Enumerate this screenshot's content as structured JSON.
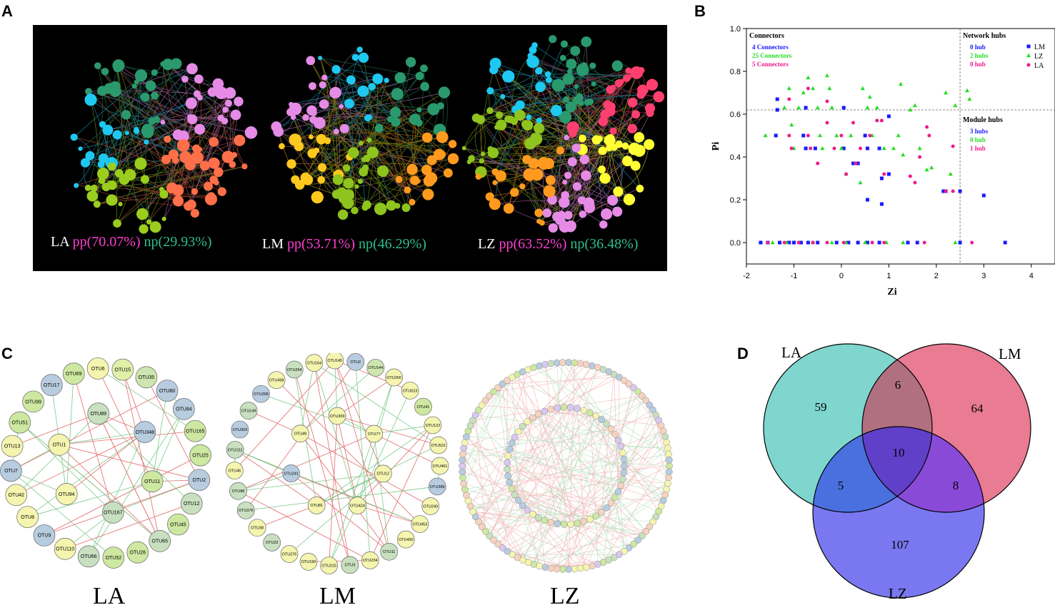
{
  "panels": {
    "a": "A",
    "b": "B",
    "c": "C",
    "d": "D"
  },
  "networks": [
    {
      "name": "LA",
      "pp": "pp(70.07%)",
      "np": "np(29.93%)"
    },
    {
      "name": "LM",
      "pp": "pp(53.71%)",
      "np": "np(46.29%)"
    },
    {
      "name": "LZ",
      "pp": "pp(63.52%)",
      "np": "np(36.48%)"
    }
  ],
  "node_colors": {
    "LA": [
      "#ff6f4a",
      "#9acd1e",
      "#1ec8f0",
      "#2a9a6e",
      "#e58be6"
    ],
    "LM": [
      "#ff9a1e",
      "#8fc31e",
      "#ffc81e",
      "#e58be6",
      "#1ec8f0",
      "#2a9a6e"
    ],
    "LZ": [
      "#ffff33",
      "#e58be6",
      "#ff9a1e",
      "#8fc31e",
      "#1ec8f0",
      "#2a9a6e",
      "#ff3f6f"
    ]
  },
  "chart_data": {
    "type": "scatter",
    "xlabel": "Zi",
    "ylabel": "Pi",
    "xlim": [
      -2,
      4.5
    ],
    "ylim": [
      -0.1,
      1.0
    ],
    "xticks": [
      -2,
      -1,
      0,
      1,
      2,
      3,
      4
    ],
    "yticks": [
      0.0,
      0.2,
      0.4,
      0.6,
      0.8,
      1.0
    ],
    "thresholds": {
      "zi": 2.5,
      "pi": 0.62
    },
    "legend_position": "top-right",
    "quadrant_text": {
      "connectors_title": "Connectors",
      "connectors": [
        "4 Connectors",
        "25 Connectors",
        "5 Connectors"
      ],
      "network_hubs_title": "Network hubs",
      "network_hubs": [
        "0 hub",
        "2 hubs",
        "0 hub"
      ],
      "module_hubs_title": "Module hubs",
      "module_hubs": [
        "3 hubs",
        "0 hub",
        "1 hub"
      ]
    },
    "series": [
      {
        "name": "LM",
        "marker": "square",
        "color": "#1a1aff",
        "points": [
          [
            -1.35,
            0.67
          ],
          [
            -1.35,
            0.62
          ],
          [
            -1.38,
            0.5
          ],
          [
            -0.8,
            0.5
          ],
          [
            -0.75,
            0.63
          ],
          [
            -0.75,
            0.44
          ],
          [
            -0.55,
            0.44
          ],
          [
            0.05,
            0.63
          ],
          [
            0.05,
            0.44
          ],
          [
            0.25,
            0.37
          ],
          [
            0.35,
            0.37
          ],
          [
            0.5,
            0.5
          ],
          [
            0.55,
            0.44
          ],
          [
            0.55,
            0.2
          ],
          [
            0.8,
            0.44
          ],
          [
            0.85,
            0.3
          ],
          [
            0.85,
            0.18
          ],
          [
            1.0,
            0.59
          ],
          [
            1.0,
            0.32
          ],
          [
            2.15,
            0.24
          ],
          [
            2.2,
            0.24
          ],
          [
            2.5,
            0.24
          ],
          [
            3.0,
            0.22
          ],
          [
            -1.7,
            0.0
          ],
          [
            -1.55,
            0.0
          ],
          [
            -1.3,
            0.0
          ],
          [
            -1.1,
            0.0
          ],
          [
            -1.0,
            0.0
          ],
          [
            -0.85,
            0.0
          ],
          [
            -0.7,
            0.0
          ],
          [
            -0.5,
            0.0
          ],
          [
            -0.1,
            0.0
          ],
          [
            0.15,
            0.0
          ],
          [
            0.35,
            0.0
          ],
          [
            0.55,
            0.0
          ],
          [
            0.8,
            0.0
          ],
          [
            1.4,
            0.0
          ],
          [
            1.6,
            0.0
          ],
          [
            2.5,
            0.0
          ],
          [
            3.45,
            0.0
          ]
        ]
      },
      {
        "name": "LZ",
        "marker": "triangle",
        "color": "#22dd22",
        "points": [
          [
            -1.6,
            0.5
          ],
          [
            -1.2,
            0.63
          ],
          [
            -1.1,
            0.72
          ],
          [
            -1.05,
            0.55
          ],
          [
            -1.0,
            0.44
          ],
          [
            -0.9,
            0.63
          ],
          [
            -0.8,
            0.7
          ],
          [
            -0.7,
            0.77
          ],
          [
            -0.6,
            0.72
          ],
          [
            -0.5,
            0.63
          ],
          [
            -0.45,
            0.5
          ],
          [
            -0.4,
            0.44
          ],
          [
            -0.3,
            0.78
          ],
          [
            -0.25,
            0.72
          ],
          [
            -0.2,
            0.63
          ],
          [
            -0.1,
            0.5
          ],
          [
            0.0,
            0.44
          ],
          [
            0.1,
            0.32
          ],
          [
            0.2,
            0.5
          ],
          [
            0.4,
            0.28
          ],
          [
            0.45,
            0.72
          ],
          [
            0.55,
            0.63
          ],
          [
            0.6,
            0.68
          ],
          [
            0.65,
            0.5
          ],
          [
            0.75,
            0.63
          ],
          [
            0.9,
            0.44
          ],
          [
            1.1,
            0.44
          ],
          [
            1.2,
            0.5
          ],
          [
            1.25,
            0.74
          ],
          [
            1.3,
            0.41
          ],
          [
            1.45,
            0.62
          ],
          [
            1.55,
            0.64
          ],
          [
            1.65,
            0.44
          ],
          [
            1.8,
            0.34
          ],
          [
            1.9,
            0.35
          ],
          [
            2.2,
            0.7
          ],
          [
            2.3,
            0.32
          ],
          [
            2.4,
            0.64
          ],
          [
            2.65,
            0.71
          ],
          [
            2.7,
            0.67
          ],
          [
            -1.45,
            0.0
          ],
          [
            -1.15,
            0.0
          ],
          [
            -0.6,
            0.0
          ],
          [
            -0.2,
            0.0
          ],
          [
            0.1,
            0.0
          ],
          [
            0.5,
            0.0
          ],
          [
            0.95,
            0.0
          ],
          [
            1.3,
            0.0
          ],
          [
            2.4,
            0.0
          ]
        ]
      },
      {
        "name": "LA",
        "marker": "circle",
        "color": "#ee1a8a",
        "points": [
          [
            -1.1,
            0.67
          ],
          [
            -1.1,
            0.5
          ],
          [
            -1.05,
            0.44
          ],
          [
            -0.7,
            0.72
          ],
          [
            -0.7,
            0.5
          ],
          [
            -0.65,
            0.44
          ],
          [
            -0.5,
            0.37
          ],
          [
            -0.3,
            0.66
          ],
          [
            -0.3,
            0.56
          ],
          [
            -0.15,
            0.44
          ],
          [
            0.0,
            0.5
          ],
          [
            0.1,
            0.32
          ],
          [
            0.25,
            0.56
          ],
          [
            0.3,
            0.37
          ],
          [
            0.4,
            0.44
          ],
          [
            0.6,
            0.5
          ],
          [
            0.75,
            0.57
          ],
          [
            0.85,
            0.57
          ],
          [
            0.9,
            0.32
          ],
          [
            1.45,
            0.31
          ],
          [
            1.55,
            0.28
          ],
          [
            1.65,
            0.4
          ],
          [
            1.8,
            0.54
          ],
          [
            1.85,
            0.5
          ],
          [
            2.2,
            0.24
          ],
          [
            2.35,
            0.45
          ],
          [
            2.35,
            0.24
          ],
          [
            -1.55,
            0.0
          ],
          [
            -1.2,
            0.0
          ],
          [
            -0.9,
            0.0
          ],
          [
            -0.6,
            0.0
          ],
          [
            -0.3,
            0.0
          ],
          [
            0.05,
            0.0
          ],
          [
            0.65,
            0.0
          ],
          [
            0.9,
            0.0
          ],
          [
            1.75,
            0.0
          ],
          [
            2.75,
            0.0
          ]
        ]
      }
    ]
  },
  "otu_networks": {
    "LA": {
      "title": "LA",
      "outer": [
        "OTU15",
        "OTU35",
        "OTU60",
        "OTU84",
        "OTU165",
        "OTU25",
        "OTU2",
        "OTU12",
        "OTU45",
        "OTU65",
        "OTU26",
        "OTU52",
        "OTU66",
        "OTU110",
        "OTU9",
        "OTU8",
        "OTU42",
        "OTU7",
        "OTU13",
        "OTU51",
        "OTU99",
        "OTU17",
        "OTU69",
        "OTU6"
      ],
      "outer_colors": [
        "#dff0a8",
        "#cde5b0",
        "#b8cce0",
        "#b8cce0",
        "#cde8a0",
        "#cde8a0",
        "#b8cce0",
        "#c8e0c0",
        "#cde8a0",
        "#c8e0c0",
        "#cde8a0",
        "#cde8a0",
        "#c8e0c0",
        "#f5f5b0",
        "#b8cce0",
        "#f5f5b0",
        "#f5f5b0",
        "#b8cce0",
        "#f5f5b0",
        "#cde8a0",
        "#cde8a0",
        "#b8cce0",
        "#cde8a0",
        "#f5f5b0"
      ],
      "inner": [
        "OTU348",
        "OTU11",
        "OTU167",
        "OTU94",
        "OTU1",
        "OTU89"
      ],
      "inner_colors": [
        "#b8cce0",
        "#cde8a0",
        "#c8e0c0",
        "#f5f5b0",
        "#f5f5b0",
        "#c8e0c0"
      ]
    },
    "LM": {
      "title": "LM",
      "outer": [
        "OTU2",
        "OTU144",
        "OTU260",
        "OTU523",
        "OTU41",
        "OTU122",
        "OTU521",
        "OTU461",
        "OTU389",
        "OTU240",
        "OTU453",
        "OTU430",
        "OTU11",
        "OTU234",
        "OTU3",
        "OTU215",
        "OTU190",
        "OTU276",
        "OTU22",
        "OTU38",
        "OTU376",
        "OTU88",
        "OTU46",
        "OTU151",
        "OTU303",
        "OTU149",
        "OTU398",
        "OTU458",
        "OTU264",
        "OTU164",
        "OTU145"
      ],
      "outer_colors": [
        "#b8cce0",
        "#cde5b0",
        "#f5f5b0",
        "#f5f5b0",
        "#cde8a0",
        "#f5f5b0",
        "#f5f5b0",
        "#f5f5b0",
        "#b8cce0",
        "#f5f5b0",
        "#f5f5b0",
        "#f5f5b0",
        "#c8e0c0",
        "#f5f5b0",
        "#c8e0c0",
        "#f5f5b0",
        "#f5f5b0",
        "#f5f5b0",
        "#c8e0c0",
        "#f5f5b0",
        "#c8e0c0",
        "#c8e0c0",
        "#f5f5b0",
        "#c8e0c0",
        "#b8cce0",
        "#c8e0c0",
        "#b8cce0",
        "#f5f5b0",
        "#c8e0c0",
        "#f5f5b0",
        "#f5f5b0"
      ],
      "inner": [
        "OTU77",
        "OTU12",
        "OTU424",
        "OTU81",
        "OTU241",
        "OTU49",
        "OTU309"
      ],
      "inner_colors": [
        "#f5f5b0",
        "#f5f5b0",
        "#f5f5b0",
        "#f5f5b0",
        "#b8cce0",
        "#f5f5b0",
        "#f5f5b0"
      ]
    },
    "LZ": {
      "title": "LZ"
    }
  },
  "venn": {
    "labels": {
      "LA": "LA",
      "LM": "LM",
      "LZ": "LZ"
    },
    "colors": {
      "LA": "#7fd6cf",
      "LM": "#e97b92",
      "LZ": "#7a78f0",
      "LA_LM": "#b07080",
      "LA_LZ": "#4a70e0",
      "LM_LZ": "#8a4ad8",
      "all": "#6040c8"
    },
    "counts": {
      "LA_only": "59",
      "LM_only": "64",
      "LZ_only": "107",
      "LA_LM": "6",
      "LA_LZ": "5",
      "LM_LZ": "8",
      "all": "10"
    }
  }
}
